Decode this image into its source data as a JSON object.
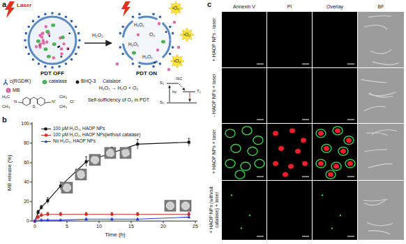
{
  "diagram": {
    "labels": [
      "a",
      "Laser",
      "H₂O₂",
      "PDT OFF",
      "PDT ON",
      "H₂O₂",
      "H₂O₂",
      "H₂O₂",
      "O₂",
      "¹O₂",
      "¹O₂",
      "¹O₂",
      "H₃C",
      "CH₃",
      "N",
      "S",
      "N⁺",
      "CH₃",
      "CH₃",
      "Cl⁻",
      "Catalase",
      "H₂O₂ → H₂O + O₂",
      "Self-sufficiency of O₂ in PDT",
      "S₁",
      "ISC",
      "T₁",
      "hν",
      "S₀",
      "b",
      "0",
      "20",
      "40",
      "60",
      "80",
      "100",
      "0",
      "5",
      "10",
      "15",
      "20",
      "25",
      "MB release (%)",
      "Time (h)",
      "c",
      "Annexin V",
      "PI",
      "Overlay",
      "BF",
      "+ HAOP NPs - laser",
      "- HAOP NPs + laser",
      "+ HAOP NPs + laser",
      "+ HAOP NPs (without catalase) + laser"
    ],
    "legend": [
      {
        "text": "c(RGDfK)"
      },
      {
        "text": "catalase"
      },
      {
        "text": "BHQ-3"
      },
      {
        "text": "MB"
      },
      {
        "text": "100 μM H₂O₂, HAOP NPs"
      },
      {
        "text": "100 μM H₂O₂, HAOP NPs(without catalase)"
      },
      {
        "text": "No H₂O₂, HAOP NPs"
      }
    ]
  }
}
